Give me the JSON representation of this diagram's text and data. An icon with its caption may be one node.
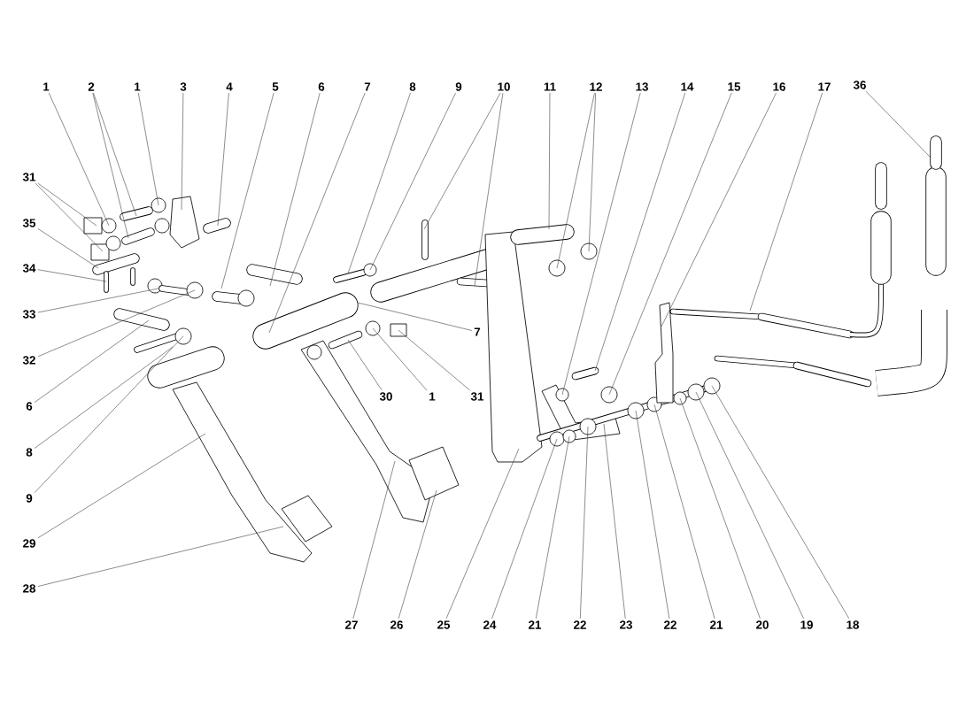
{
  "diagram": {
    "nodes": [
      {
        "text": [
          "1"
        ]
      },
      {
        "text": [
          "2"
        ]
      },
      {
        "text": [
          "1"
        ]
      },
      {
        "text": [
          "3"
        ]
      },
      {
        "text": [
          "4"
        ]
      },
      {
        "text": [
          "5"
        ]
      },
      {
        "text": [
          "6"
        ]
      },
      {
        "text": [
          "7"
        ]
      },
      {
        "text": [
          "8"
        ]
      },
      {
        "text": [
          "9"
        ]
      },
      {
        "text": [
          "10"
        ]
      },
      {
        "text": [
          "11"
        ]
      },
      {
        "text": [
          "12"
        ]
      },
      {
        "text": [
          "13"
        ]
      },
      {
        "text": [
          "14"
        ]
      },
      {
        "text": [
          "15"
        ]
      },
      {
        "text": [
          "16"
        ]
      },
      {
        "text": [
          "17"
        ]
      },
      {
        "text": [
          "36"
        ]
      },
      {
        "text": [
          "31"
        ]
      },
      {
        "text": [
          "35"
        ]
      },
      {
        "text": [
          "34"
        ]
      },
      {
        "text": [
          "33"
        ]
      },
      {
        "text": [
          "32"
        ]
      },
      {
        "text": [
          "6"
        ]
      },
      {
        "text": [
          "8"
        ]
      },
      {
        "text": [
          "9"
        ]
      },
      {
        "text": [
          "29"
        ]
      },
      {
        "text": [
          "28"
        ]
      },
      {
        "text": [
          "7"
        ]
      },
      {
        "text": [
          "30"
        ]
      },
      {
        "text": [
          "1"
        ]
      },
      {
        "text": [
          "31"
        ]
      },
      {
        "text": [
          "27"
        ]
      },
      {
        "text": [
          "26"
        ]
      },
      {
        "text": [
          "25"
        ]
      },
      {
        "text": [
          "24"
        ]
      },
      {
        "text": [
          "21"
        ]
      },
      {
        "text": [
          "22"
        ]
      },
      {
        "text": [
          "23"
        ]
      },
      {
        "text": [
          "22"
        ]
      },
      {
        "text": [
          "21"
        ]
      },
      {
        "text": [
          "20"
        ]
      },
      {
        "text": [
          "19"
        ]
      },
      {
        "text": [
          "18"
        ]
      }
    ],
    "edges": [
      {
        "from": 0,
        "to": null,
        "arrow": "none"
      },
      {
        "from": 1,
        "to": null,
        "arrow": "none"
      },
      {
        "from": 1,
        "to": null,
        "arrow": "none"
      },
      {
        "from": 2,
        "to": null,
        "arrow": "none"
      },
      {
        "from": 3,
        "to": null,
        "arrow": "none"
      },
      {
        "from": 4,
        "to": null,
        "arrow": "none"
      },
      {
        "from": 5,
        "to": null,
        "arrow": "none"
      },
      {
        "from": 6,
        "to": null,
        "arrow": "none"
      },
      {
        "from": 7,
        "to": null,
        "arrow": "none"
      },
      {
        "from": 8,
        "to": null,
        "arrow": "none"
      },
      {
        "from": 9,
        "to": null,
        "arrow": "none"
      },
      {
        "from": 10,
        "to": null,
        "arrow": "none"
      },
      {
        "from": 10,
        "to": null,
        "arrow": "none"
      },
      {
        "from": 11,
        "to": null,
        "arrow": "none"
      },
      {
        "from": 12,
        "to": null,
        "arrow": "none"
      },
      {
        "from": 12,
        "to": null,
        "arrow": "none"
      },
      {
        "from": 13,
        "to": null,
        "arrow": "none"
      },
      {
        "from": 14,
        "to": null,
        "arrow": "none"
      },
      {
        "from": 15,
        "to": null,
        "arrow": "none"
      },
      {
        "from": 16,
        "to": null,
        "arrow": "none"
      },
      {
        "from": 17,
        "to": null,
        "arrow": "none"
      },
      {
        "from": 18,
        "to": null,
        "arrow": "none"
      },
      {
        "from": 19,
        "to": null,
        "arrow": "none"
      },
      {
        "from": 19,
        "to": null,
        "arrow": "none"
      },
      {
        "from": 20,
        "to": null,
        "arrow": "none"
      },
      {
        "from": 21,
        "to": null,
        "arrow": "none"
      },
      {
        "from": 22,
        "to": null,
        "arrow": "none"
      },
      {
        "from": 23,
        "to": null,
        "arrow": "none"
      },
      {
        "from": 24,
        "to": null,
        "arrow": "none"
      },
      {
        "from": 25,
        "to": null,
        "arrow": "none"
      },
      {
        "from": 26,
        "to": null,
        "arrow": "none"
      },
      {
        "from": 27,
        "to": null,
        "arrow": "none"
      },
      {
        "from": 28,
        "to": null,
        "arrow": "none"
      },
      {
        "from": 29,
        "to": null,
        "arrow": "none"
      },
      {
        "from": 30,
        "to": null,
        "arrow": "none"
      },
      {
        "from": 31,
        "to": null,
        "arrow": "none"
      },
      {
        "from": 32,
        "to": null,
        "arrow": "none"
      },
      {
        "from": 33,
        "to": null,
        "arrow": "none"
      },
      {
        "from": 34,
        "to": null,
        "arrow": "none"
      },
      {
        "from": 35,
        "to": null,
        "arrow": "none"
      },
      {
        "from": 36,
        "to": null,
        "arrow": "none"
      },
      {
        "from": 37,
        "to": null,
        "arrow": "none"
      },
      {
        "from": 38,
        "to": null,
        "arrow": "none"
      },
      {
        "from": 39,
        "to": null,
        "arrow": "none"
      },
      {
        "from": 40,
        "to": null,
        "arrow": "none"
      },
      {
        "from": 41,
        "to": null,
        "arrow": "none"
      },
      {
        "from": 42,
        "to": null,
        "arrow": "none"
      },
      {
        "from": 43,
        "to": null,
        "arrow": "none"
      },
      {
        "from": 44,
        "to": null,
        "arrow": "none"
      }
    ]
  }
}
